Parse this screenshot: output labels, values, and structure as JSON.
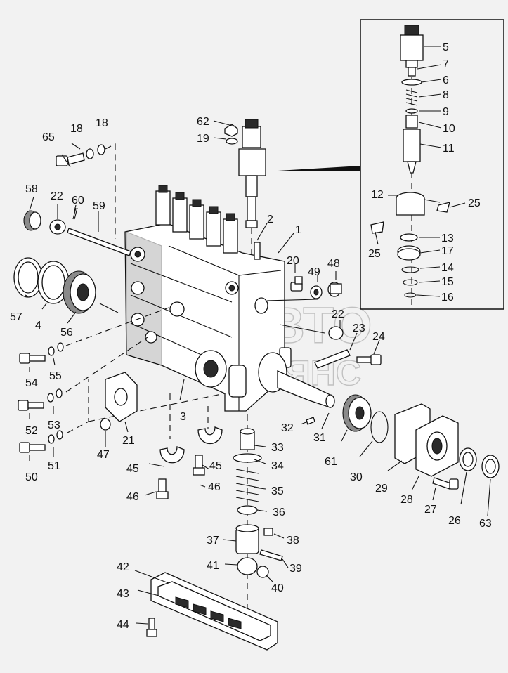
{
  "watermark": {
    "brand": "АВТО",
    "sub": "АЛЬЯНС"
  },
  "callouts": {
    "c1": "1",
    "c2": "2",
    "c3": "3",
    "c4": "4",
    "c5": "5",
    "c6": "6",
    "c7": "7",
    "c8": "8",
    "c9": "9",
    "c10": "10",
    "c11": "11",
    "c12": "12",
    "c13": "13",
    "c14": "14",
    "c15": "15",
    "c16": "16",
    "c17": "17",
    "c18a": "18",
    "c18b": "18",
    "c19": "19",
    "c20": "20",
    "c21": "21",
    "c22a": "22",
    "c22b": "22",
    "c23": "23",
    "c24": "24",
    "c25a": "25",
    "c25b": "25",
    "c26": "26",
    "c27": "27",
    "c28": "28",
    "c29": "29",
    "c30": "30",
    "c31": "31",
    "c32": "32",
    "c33": "33",
    "c34": "34",
    "c35": "35",
    "c36": "36",
    "c37": "37",
    "c38": "38",
    "c39": "39",
    "c40": "40",
    "c41": "41",
    "c42": "42",
    "c43": "43",
    "c44": "44",
    "c45a": "45",
    "c45b": "45",
    "c46a": "46",
    "c46b": "46",
    "c47": "47",
    "c48": "48",
    "c49": "49",
    "c50": "50",
    "c51": "51",
    "c52": "52",
    "c53": "53",
    "c54": "54",
    "c55": "55",
    "c56": "56",
    "c57": "57",
    "c58": "58",
    "c59": "59",
    "c60": "60",
    "c61": "61",
    "c62": "62",
    "c63": "63",
    "c65": "65"
  }
}
